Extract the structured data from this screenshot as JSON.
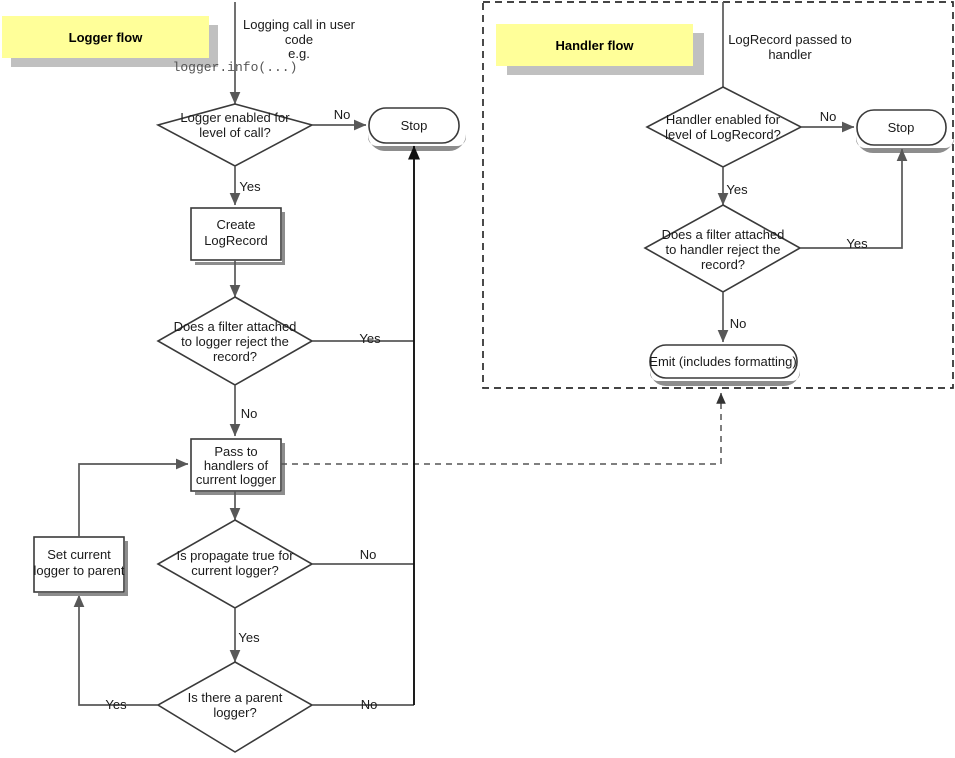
{
  "diagram": {
    "title_logger_flow": "Logger flow",
    "title_handler_flow": "Handler flow",
    "banner_color": "#ffff99",
    "banner_shadow_color": "#c0c0c0",
    "shape_stroke_color": "#3a3a3a",
    "edge_color": "#585858"
  },
  "logger_flow": {
    "entry_note_line1": "Logging call in user",
    "entry_note_line2": "code",
    "entry_note_line3": "e.g.",
    "entry_note_code": "logger.info(...)",
    "nodes": {
      "logger_enabled_l1": "Logger enabled for",
      "logger_enabled_l2": "level of call?",
      "stop": "Stop",
      "create_l1": "Create",
      "create_l2": "LogRecord",
      "filter_l1": "Does a filter attached",
      "filter_l2": "to logger reject the",
      "filter_l3": "record?",
      "pass_l1": "Pass to",
      "pass_l2": "handlers of",
      "pass_l3": "current logger",
      "propagate_l1": "Is propagate true for",
      "propagate_l2": "current logger?",
      "setparent_l1": "Set current",
      "setparent_l2": "logger to parent",
      "parent_l1": "Is there a parent",
      "parent_l2": "logger?"
    },
    "edges": {
      "logger_enabled_no": "No",
      "logger_enabled_yes": "Yes",
      "filter_yes": "Yes",
      "filter_no": "No",
      "propagate_no": "No",
      "propagate_yes": "Yes",
      "parent_yes": "Yes",
      "parent_no": "No"
    }
  },
  "handler_flow": {
    "entry_note_line1": "LogRecord passed to",
    "entry_note_line2": "handler",
    "nodes": {
      "handler_enabled_l1": "Handler enabled for",
      "handler_enabled_l2": "level of LogRecord?",
      "stop": "Stop",
      "filter_l1": "Does a filter attached",
      "filter_l2": "to handler reject the",
      "filter_l3": "record?",
      "emit": "Emit (includes formatting)"
    },
    "edges": {
      "handler_enabled_no": "No",
      "handler_enabled_yes": "Yes",
      "filter_yes": "Yes",
      "filter_no": "No"
    }
  }
}
